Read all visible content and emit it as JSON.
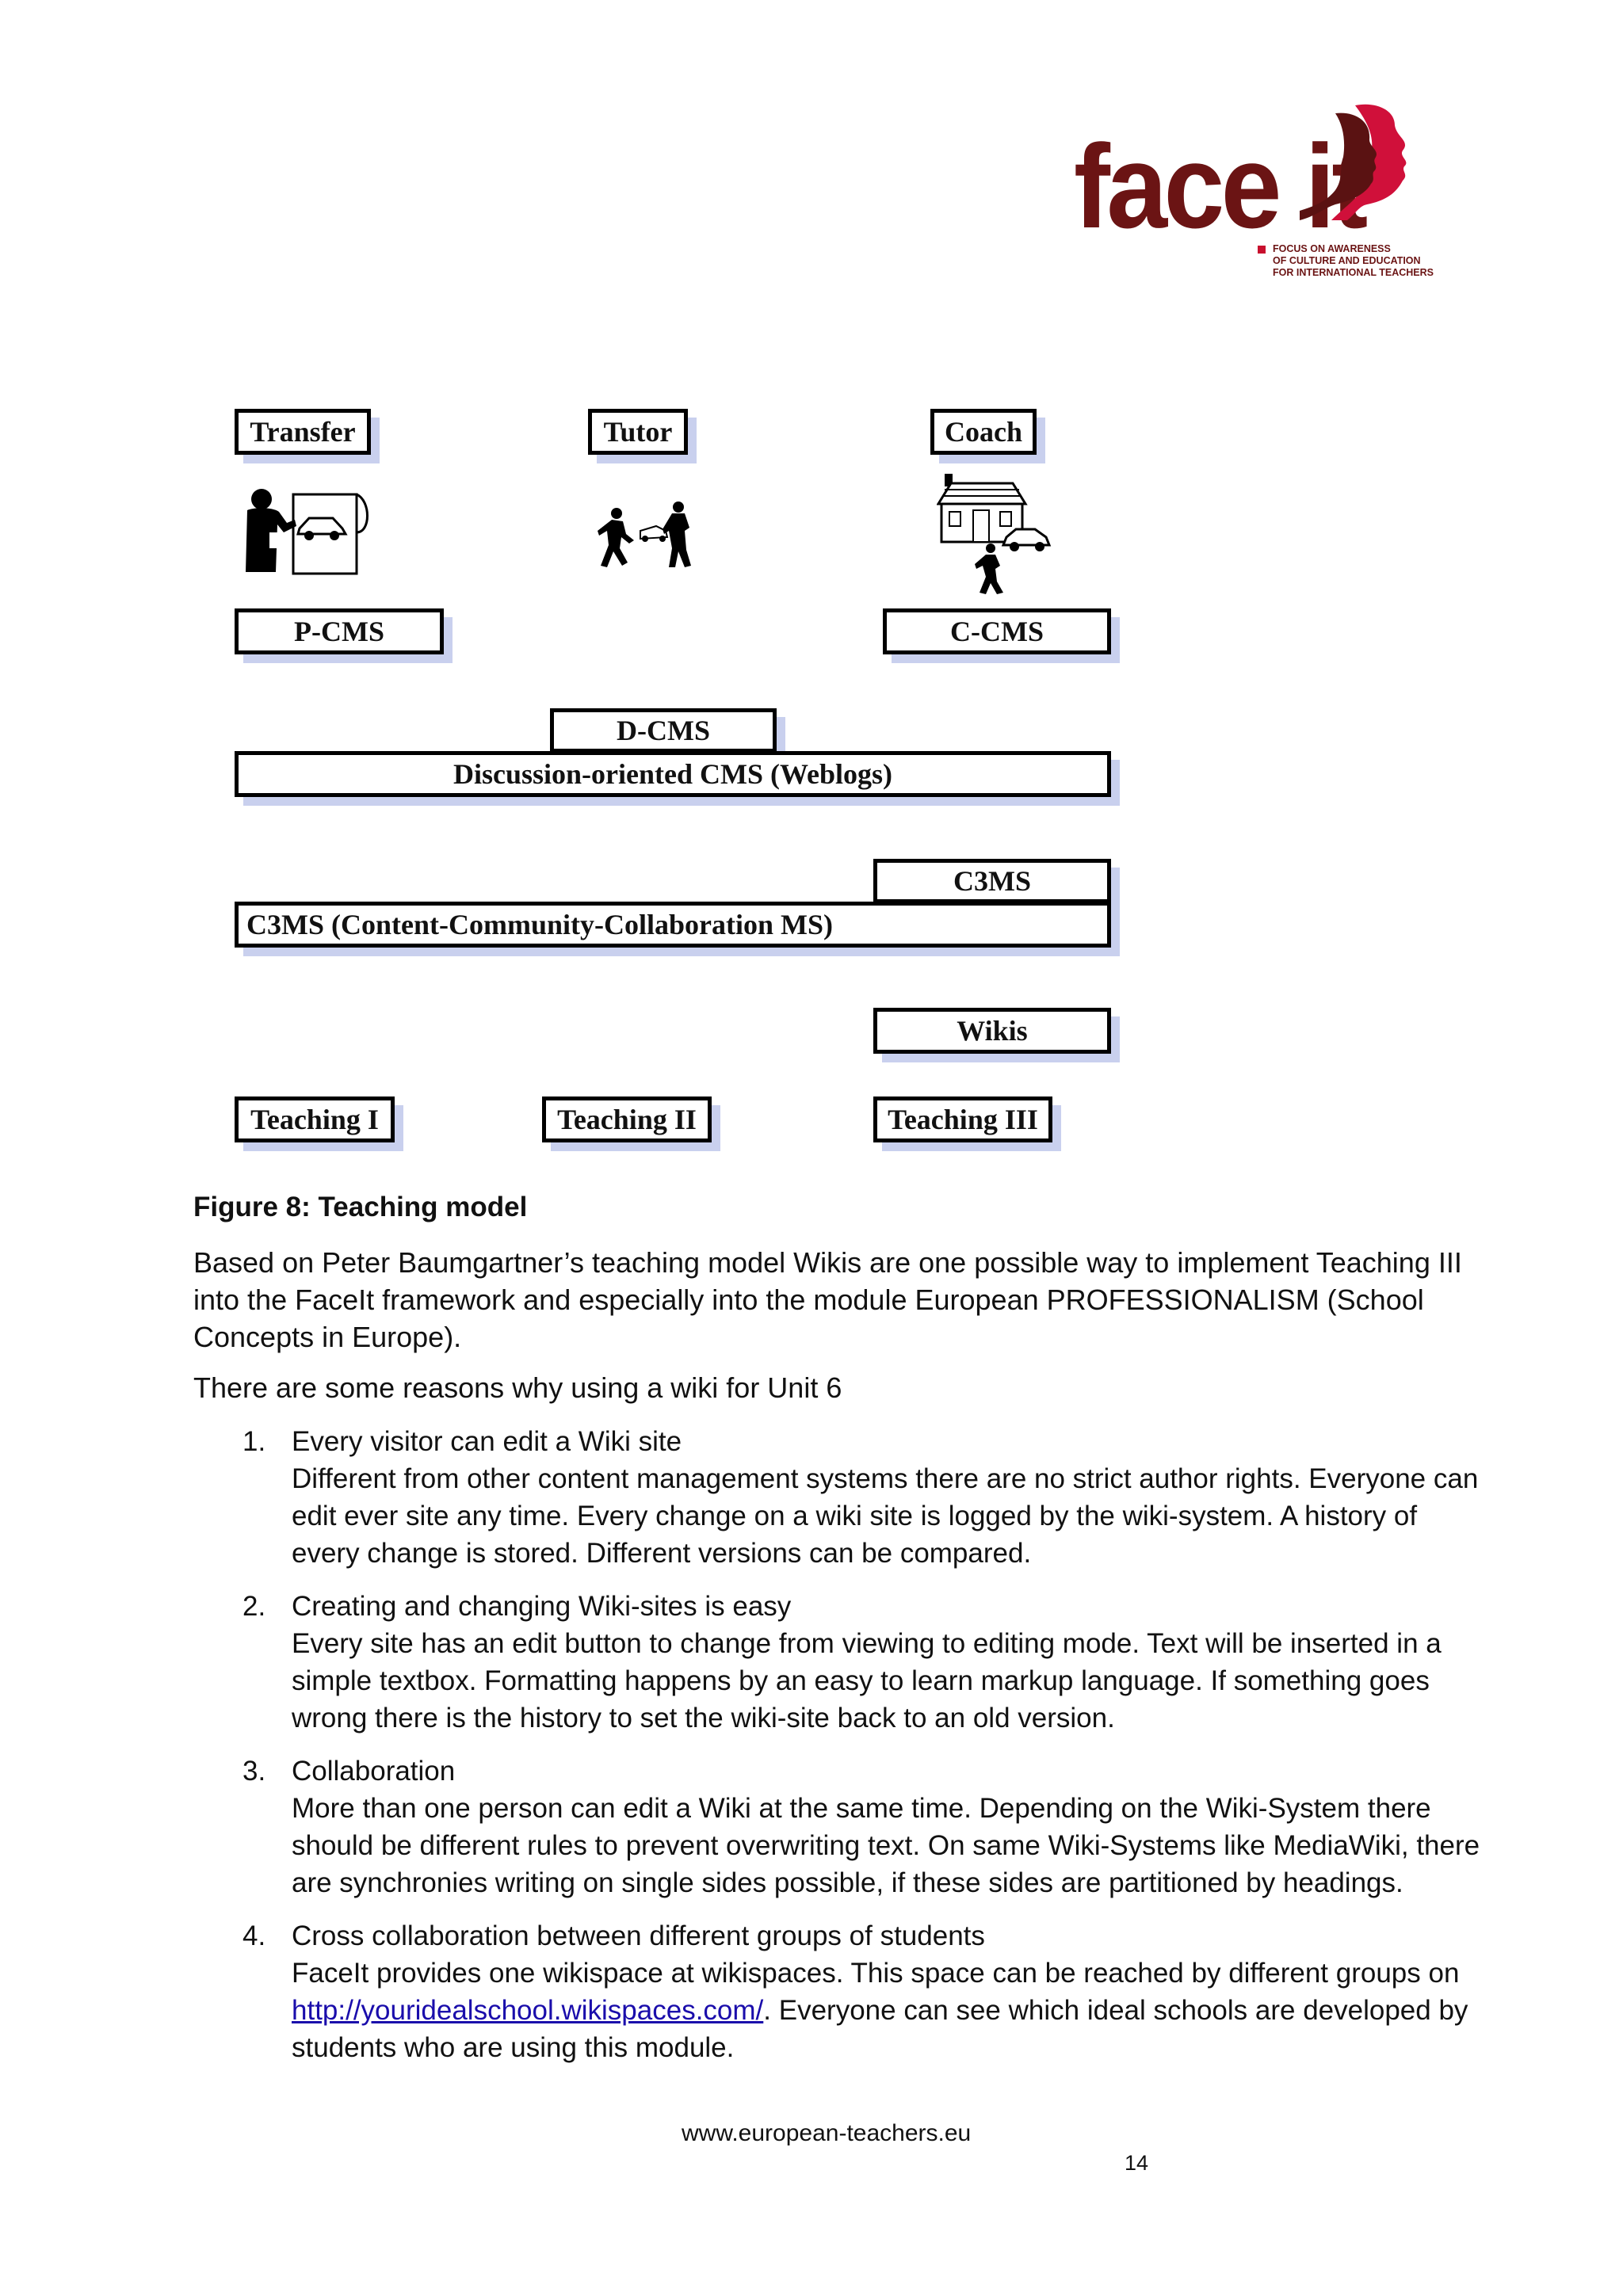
{
  "logo": {
    "wordmark": "face it",
    "tagline": [
      "FOCUS ON AWARENESS",
      "OF CULTURE AND EDUCATION",
      "FOR INTERNATIONAL TEACHERS"
    ],
    "brand_color": "#6b1414",
    "accent_color": "#c8102e"
  },
  "diagram": {
    "top_labels": [
      "Transfer",
      "Tutor",
      "Coach"
    ],
    "pcms": "P-CMS",
    "ccms": "C-CMS",
    "dcms": "D-CMS",
    "dcms_full": "Discussion-oriented CMS (Weblogs)",
    "c3ms": "C3MS",
    "c3ms_full": "C3MS (Content-Community-Collaboration MS)",
    "wikis": "Wikis",
    "teaching": [
      "Teaching I",
      "Teaching II",
      "Teaching III"
    ],
    "shadow_color": "#c9d0ee",
    "icons": [
      "teacher-with-board-icon",
      "running-figures-icon",
      "house-with-car-icon"
    ]
  },
  "caption": "Figure 8: Teaching model",
  "intro": "Based on Peter Baumgartner’s teaching model Wikis are one possible way to implement Teaching III into the FaceIt framework and especially into the module European PROFESSIONALISM (School Concepts in Europe).",
  "reasons_intro": "There are some reasons why using a wiki for Unit 6",
  "reasons": [
    {
      "num": "1.",
      "title": "Every visitor can edit a Wiki site",
      "text": "Different from other content management systems there are no strict author rights. Everyone can edit ever site any time. Every change on a wiki site is logged by the wiki-system. A history of every change is stored.  Different versions can be compared."
    },
    {
      "num": "2.",
      "title": "Creating and changing Wiki-sites is easy",
      "text": "Every site has an edit button to change from viewing to editing mode. Text will be inserted in a simple textbox. Formatting happens by an easy to learn markup language. If something goes wrong there is the history to set the wiki-site back to an old version."
    },
    {
      "num": "3.",
      "title": "Collaboration",
      "text": "More than one person can edit a Wiki at the same time. Depending on the Wiki-System there should be different rules to prevent overwriting text. On same Wiki-Systems like MediaWiki, there are synchronies writing on single sides possible, if these sides are partitioned by headings."
    },
    {
      "num": "4.",
      "title": "Cross collaboration between different groups of students",
      "text_before": "FaceIt provides one wikispace at wikispaces. This space can be reached by different groups on ",
      "link": "http://youridealschool.wikispaces.com/",
      "text_after": ".  Everyone can see which ideal schools are developed by students who are using this module."
    }
  ],
  "footer": {
    "url": "www.european-teachers.eu",
    "page": "14"
  }
}
